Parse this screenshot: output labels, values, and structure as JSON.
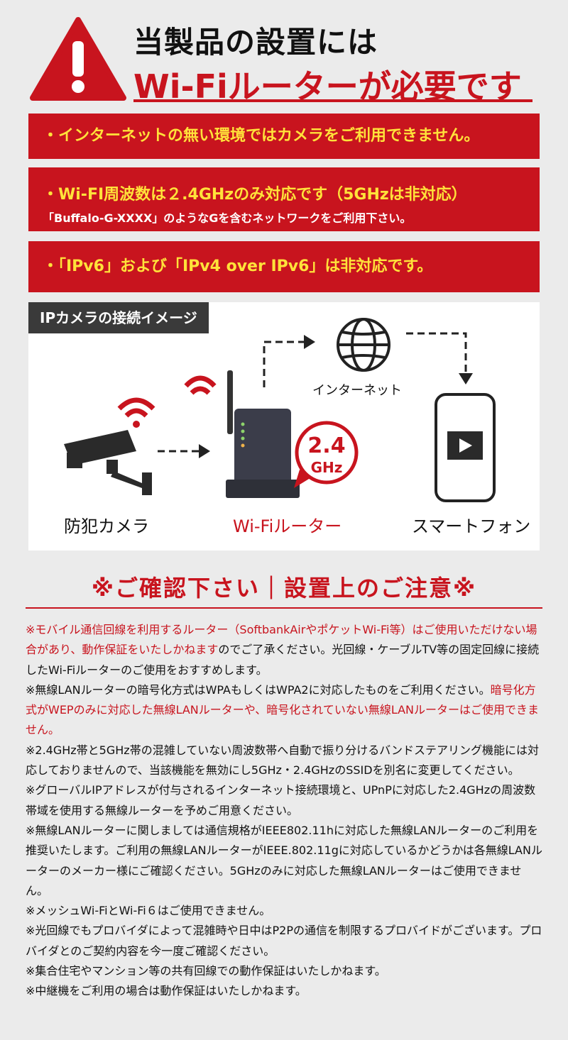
{
  "header": {
    "line1": "当製品の設置には",
    "line2": "Wi-Fiルーターが必要です"
  },
  "banners": {
    "b1": "・インターネットの無い環境ではカメラをご利用できません。",
    "b2_main": "・Wi-FI周波数は２.4GHzのみ対応です（5GHzは非対応）",
    "b2_sub": "「Buffalo-G-XXXX」のようなGを含むネットワークをご利用下さい。",
    "b3": "・「IPv6」および「IPv4 over IPv6」は非対応です。"
  },
  "diagram": {
    "title": "IPカメラの接続イメージ",
    "camera_label": "防犯カメラ",
    "router_label": "Wi-Fiルーター",
    "phone_label": "スマートフォン",
    "internet_label": "インターネット",
    "badge_value": "2.4",
    "badge_unit": "GHz",
    "colors": {
      "accent": "#c8141e",
      "dark": "#2a2a2a"
    }
  },
  "notes": {
    "title": "※ご確認下さい｜設置上のご注意※",
    "n1_red": "※モバイル通信回線を利用するルーター（SoftbankAirやポケットWi-Fi等）はご使用いただけない場合があり、動作保証をいたしかねます",
    "n1_rest": "のでご了承ください。光回線・ケーブルTV等の固定回線に接続したWi-Fiルーターのご使用をおすすめします。",
    "n2_a": "※無線LANルーターの暗号化方式はWPAもしくはWPA2に対応したものをご利用ください。",
    "n2_red": "暗号化方式がWEPのみに対応した無線LANルーターや、暗号化されていない無線LANルーターはご使用できません。",
    "n3": "※2.4GHz帯と5GHz帯の混雑していない周波数帯へ自動で振り分けるバンドステアリング機能には対応しておりませんので、当該機能を無効にし5GHz・2.4GHzのSSIDを別名に変更してください。",
    "n4": "※グローバルIPアドレスが付与されるインターネット接続環境と、UPnPに対応した2.4GHzの周波数帯域を使用する無線ルーターを予めご用意ください。",
    "n5": "※無線LANルーターに関しましては通信規格がIEEE802.11hに対応した無線LANルーターのご利用を推奨いたします。ご利用の無線LANルーターがIEEE.802.11gに対応しているかどうかは各無線LANルーターのメーカー様にご確認ください。5GHzのみに対応した無線LANルーターはご使用できません。",
    "n6": "※メッシュWi-FiとWi-Fi６はご使用できません。",
    "n7": "※光回線でもプロバイダによって混雑時や日中はP2Pの通信を制限するプロバイドがございます。プロバイダとのご契約内容を今一度ご確認ください。",
    "n8": "※集合住宅やマンション等の共有回線での動作保証はいたしかねます。",
    "n9": "※中継機をご利用の場合は動作保証はいたしかねます。"
  }
}
